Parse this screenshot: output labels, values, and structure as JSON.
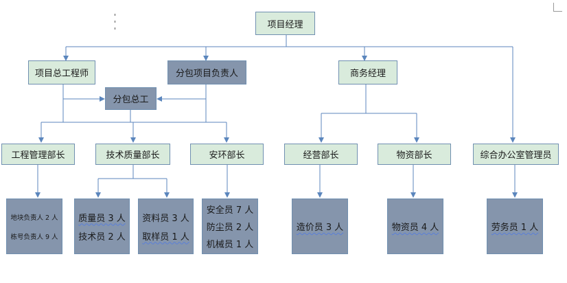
{
  "root": "项目经理",
  "level2": {
    "chief_engineer": "项目总工程师",
    "sub_project_lead": "分包项目负责人",
    "commercial_manager": "商务经理",
    "sub_chief": "分包总工"
  },
  "departments": {
    "engineering": "工程管理部长",
    "tech_quality": "技术质量部长",
    "safety_env": "安环部长",
    "business": "经营部长",
    "materials": "物资部长",
    "office": "综合办公室管理员"
  },
  "staff": {
    "engineering": [
      "地块负责人 2 人",
      "栋号负责人 9 人"
    ],
    "tech_quality_a": [
      "质量员 3 人",
      "技术员 2 人"
    ],
    "tech_quality_b": [
      "资料员 3 人",
      "取样员 1 人"
    ],
    "safety_env": [
      "安全员 7 人",
      "防尘员 2 人",
      "机械员 1 人"
    ],
    "business": [
      "造价员 3 人"
    ],
    "materials": [
      "物资员 4 人"
    ],
    "office": [
      "劳务员 1 人"
    ]
  },
  "colors": {
    "green_box": "#d9ebdc",
    "gray_box": "#8595ac",
    "line": "#5b86bd"
  }
}
